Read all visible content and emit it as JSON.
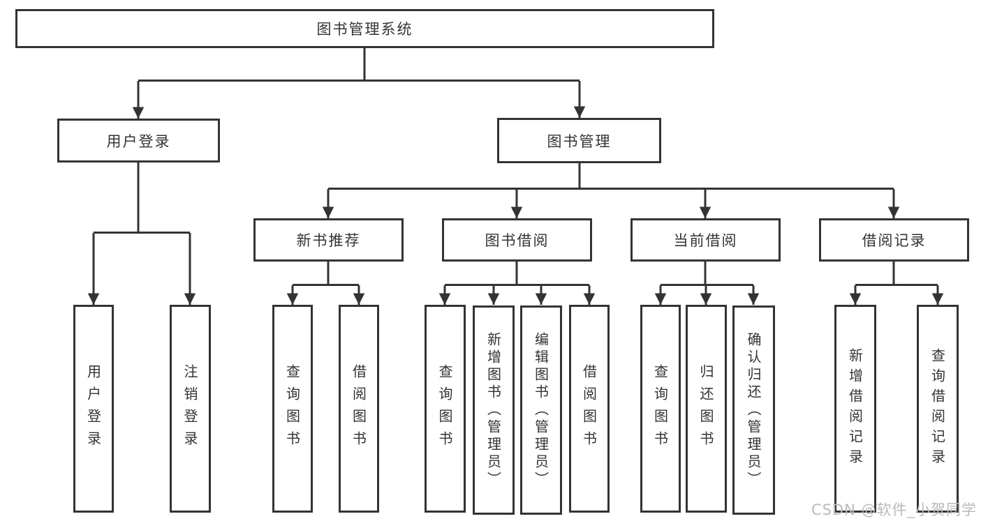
{
  "diagram": {
    "root_label": "图书管理系统",
    "book_management_label": "图书管理",
    "groups": [
      {
        "parent": "用户登录",
        "children": [
          "用户登录",
          "注销登录"
        ]
      },
      {
        "parent": "新书推荐",
        "children": [
          "查询图书",
          "借阅图书"
        ]
      },
      {
        "parent": "图书借阅",
        "children": [
          "查询图书",
          "新增图书（管理员）",
          "编辑图书（管理员）",
          "借阅图书"
        ]
      },
      {
        "parent": "当前借阅",
        "children": [
          "查询图书",
          "归还图书",
          "确认归还（管理员）"
        ]
      },
      {
        "parent": "借阅记录",
        "children": [
          "新增借阅记录",
          "查询借阅记录"
        ]
      }
    ]
  },
  "watermark": {
    "text": "CSDN @软件_小贺同学"
  },
  "colors": {
    "line": "#333333",
    "text": "#333333",
    "background": "#ffffff",
    "watermark": "#b9b9bd"
  }
}
